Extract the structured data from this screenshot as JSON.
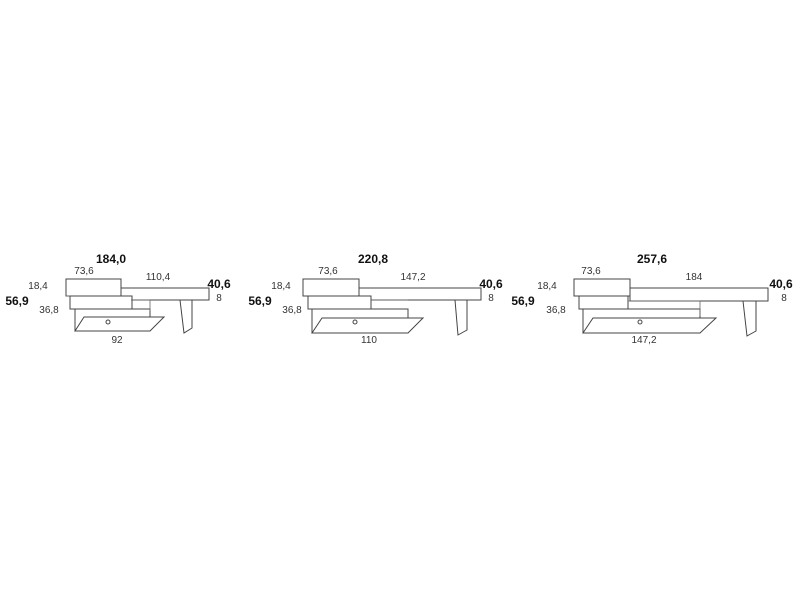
{
  "figures": [
    {
      "total_width": "184,0",
      "box_width": "73,6",
      "top_width": "110,4",
      "height_total": "56,9",
      "height_top": "40,6",
      "top_thickness": "8",
      "box_height": "18,4",
      "base_height": "36,8",
      "base_width": "92"
    },
    {
      "total_width": "220,8",
      "box_width": "73,6",
      "top_width": "147,2",
      "height_total": "56,9",
      "height_top": "40,6",
      "top_thickness": "8",
      "box_height": "18,4",
      "base_height": "36,8",
      "base_width": "110"
    },
    {
      "total_width": "257,6",
      "box_width": "73,6",
      "top_width": "184",
      "height_total": "56,9",
      "height_top": "40,6",
      "top_thickness": "8",
      "box_height": "18,4",
      "base_height": "36,8",
      "base_width": "147,2"
    }
  ]
}
